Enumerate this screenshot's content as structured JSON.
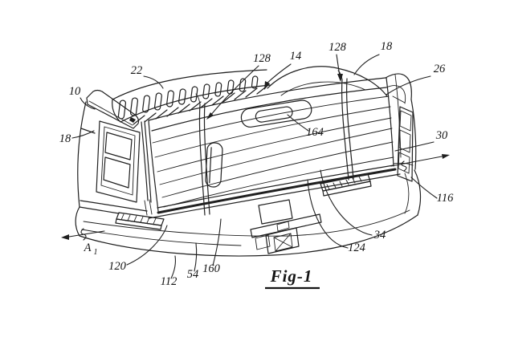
{
  "figure": {
    "caption": "Fig-1",
    "axis_marker": {
      "letter": "A",
      "subscript": "1"
    },
    "callouts": [
      {
        "id": "ref-10",
        "text": "10"
      },
      {
        "id": "ref-18-left",
        "text": "18"
      },
      {
        "id": "ref-22",
        "text": "22"
      },
      {
        "id": "ref-128-left",
        "text": "128"
      },
      {
        "id": "ref-14",
        "text": "14"
      },
      {
        "id": "ref-128-right",
        "text": "128"
      },
      {
        "id": "ref-18-right",
        "text": "18"
      },
      {
        "id": "ref-26",
        "text": "26"
      },
      {
        "id": "ref-164",
        "text": "164"
      },
      {
        "id": "ref-30",
        "text": "30"
      },
      {
        "id": "ref-116",
        "text": "116"
      },
      {
        "id": "ref-34",
        "text": "34"
      },
      {
        "id": "ref-124",
        "text": "124"
      },
      {
        "id": "ref-120",
        "text": "120"
      },
      {
        "id": "ref-112",
        "text": "112"
      },
      {
        "id": "ref-54",
        "text": "54"
      },
      {
        "id": "ref-160",
        "text": "160"
      }
    ]
  },
  "colors": {
    "background": "#ffffff",
    "ink": "#1f1f1f"
  }
}
